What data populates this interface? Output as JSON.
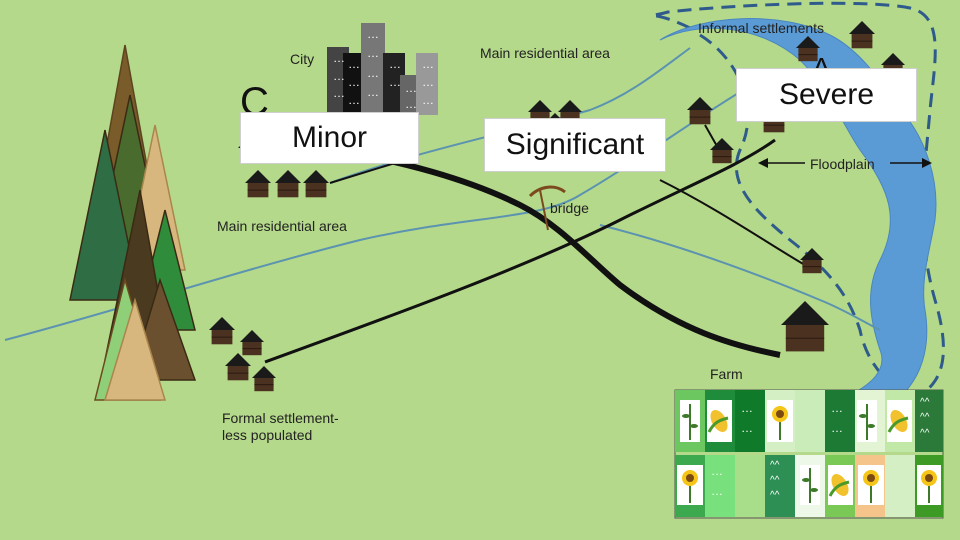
{
  "labels": {
    "city": "City",
    "main_residential_top": "Main residential area",
    "main_residential_left": "Main residential area",
    "informal_settlements": "Informal settlements",
    "floodplain": "Floodplain",
    "bridge": "bridge",
    "farm": "Farm",
    "formal_settlement": "Formal settlement-\nless populated"
  },
  "impact_levels": {
    "minor": "Minor",
    "significant": "Significant",
    "severe": "Severe"
  },
  "colors": {
    "background": "#b5d98a",
    "river": "#5b9bd5",
    "flood_boundary": "#2f5b8c",
    "stream": "#5b93b0",
    "road": "#111111",
    "house_roof": "#1a1a1a",
    "house_wall": "#4a3120",
    "bridge": "#7b4a1e"
  }
}
